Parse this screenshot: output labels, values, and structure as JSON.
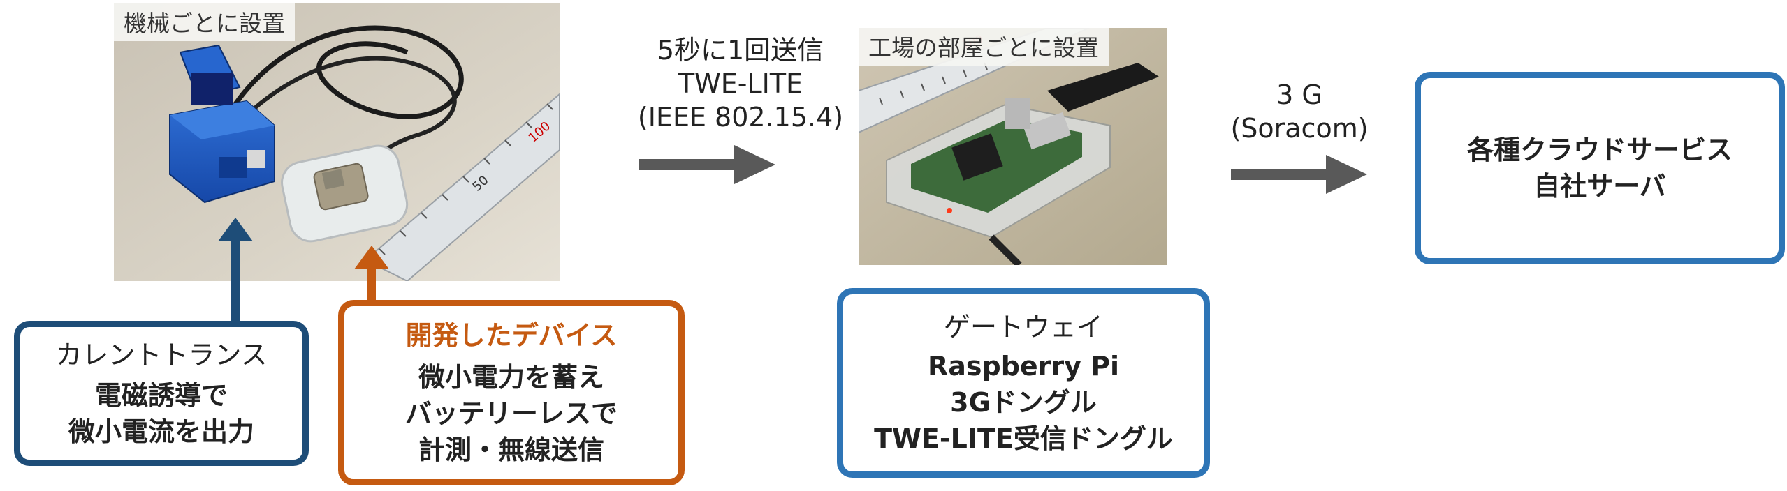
{
  "colors": {
    "navy": "#1e4d78",
    "orange": "#c55a11",
    "blue": "#2e75b6",
    "arrow_gray": "#595959"
  },
  "photos": {
    "sensor_caption": "機械ごとに設置",
    "gateway_caption": "工場の部屋ごとに設置"
  },
  "link1": {
    "line1": "5秒に1回送信",
    "line2": "TWE-LITE",
    "line3": "(IEEE 802.15.4)"
  },
  "link2": {
    "line1": "3 G",
    "line2": "(Soracom)"
  },
  "boxes": {
    "ct": {
      "title": "カレントトランス",
      "line1": "電磁誘導で",
      "line2": "微小電流を出力"
    },
    "device": {
      "title": "開発したデバイス",
      "line1": "微小電力を蓄え",
      "line2": "バッテリーレスで",
      "line3": "計測・無線送信"
    },
    "gateway": {
      "title": "ゲートウェイ",
      "line1": "Raspberry Pi",
      "line2": "3Gドングル",
      "line3": "TWE-LITE受信ドングル"
    },
    "cloud": {
      "line1": "各種クラウドサービス",
      "line2": "自社サーバ"
    }
  }
}
